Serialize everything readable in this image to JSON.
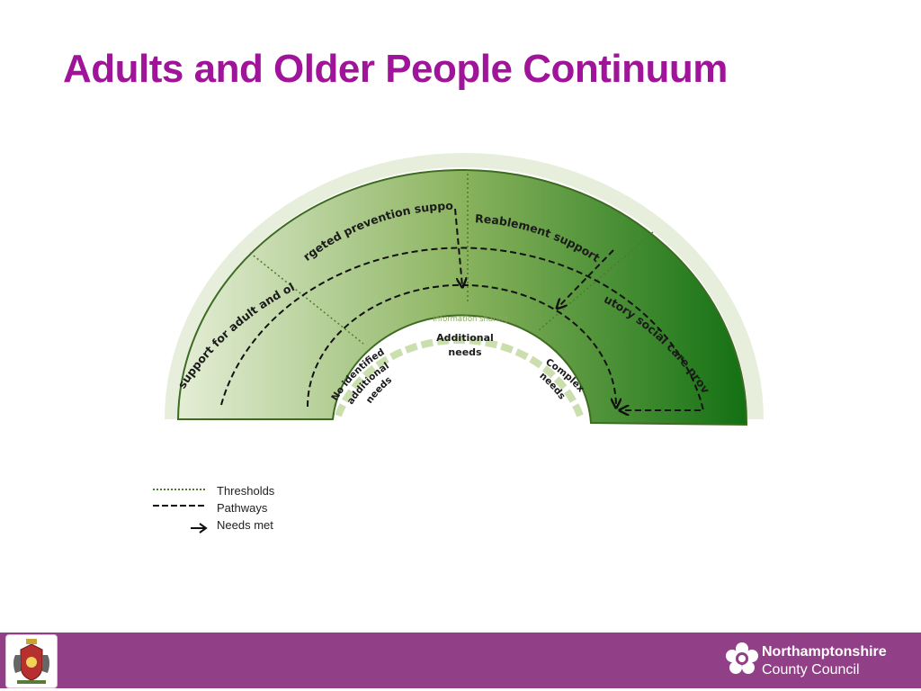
{
  "slide": {
    "title": "Adults and Older People Continuum"
  },
  "diagram": {
    "segments": [
      "Universal support for adult and older people",
      "Targeted prevention support",
      "Reablement support",
      "Statutory social care provided"
    ],
    "inner_labels": {
      "no_identified": [
        "No identified",
        "additional",
        "needs"
      ],
      "complex": [
        "Complex",
        "needs"
      ],
      "additional": [
        "Additional",
        "needs"
      ],
      "information_sharing": "Information sharing"
    },
    "colors": {
      "outer_band": "#e7eedc",
      "gradient_start": "#e4eed6",
      "gradient_mid": "#8ab35e",
      "gradient_end": "#127012",
      "outline": "#3e6b22",
      "dashed_band": "#cbdeae"
    }
  },
  "legend": {
    "items": [
      {
        "key": "dotted",
        "label": "Thresholds"
      },
      {
        "key": "dashed",
        "label": "Pathways"
      },
      {
        "key": "arrow",
        "label": "Needs met"
      }
    ]
  },
  "footer": {
    "logo_line1": "Northamptonshire",
    "logo_line2": "County Council",
    "colors": {
      "bar": "#913f86"
    }
  }
}
